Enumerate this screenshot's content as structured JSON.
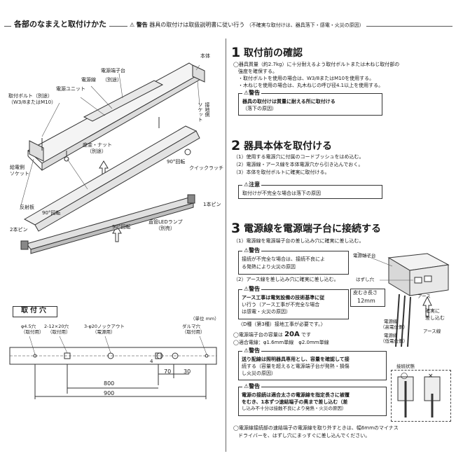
{
  "header": {
    "title": "各部のなまえと取付けかた",
    "warning_label": "警告",
    "warning_text": "器具の取付けは取扱説明書に従い行う",
    "warning_note": "（不確実な取付けは、器具落下・感電・火災の原因）"
  },
  "parts": {
    "body": "本体",
    "terminal": "電源端子台",
    "power_line": "電源線",
    "separate": "（別途）",
    "power_unit": "電源ユニット",
    "bolt": "取付ボルト（別途）",
    "bolt_size": "（W3/8またはM10）",
    "ground_socket": "接地側",
    "ground_socket2": "ソケット",
    "washer": "座金・ナット",
    "washer_sep": "（別途）",
    "supply_socket": "給電側",
    "supply_socket2": "ソケット",
    "rot90a": "90°回転",
    "quick_latch": "クイックラッチ",
    "reflector": "反射板",
    "rot90b": "90°回転",
    "rot90c": "90°回転",
    "led_lamp": "直管LEDランプ",
    "led_lamp_sep": "（別売）",
    "one_pin": "1本ピン",
    "two_pin": "2本ピン"
  },
  "holes": {
    "title": "取付穴",
    "unit": "（単位 mm）",
    "h1": "φ4.5穴",
    "h1b": "（取付用）",
    "h2": "2-12×20穴",
    "h2b": "（取付用）",
    "h3": "3-φ20ノックアウト",
    "h3b": "（電源用）",
    "h4": "ダルマ穴",
    "h4b": "（取付用）",
    "dim800": "800",
    "dim900": "900",
    "dim70": "70",
    "dim30": "30",
    "dim4": "4"
  },
  "step1": {
    "num": "1",
    "title": "取付前の確認",
    "l1": "◯器具質量（約2.7kg）に十分耐えるよう取付ボルトまたは木ねじ取付部の",
    "l2": "　強度を確保する。",
    "l3": "　・取付ボルトを使用の場合は、W3/8またはM10を使用する。",
    "l4": "　・木ねじを使用の場合は、丸木ねじの呼び径4.1以上を使用する。",
    "warn_label": "警告",
    "warn1": "器具の取付けは質量に耐える所に取付ける",
    "warn2": "（落下の原因）"
  },
  "step2": {
    "num": "2",
    "title": "器具本体を取付ける",
    "l1": "（1）使用する電源穴に付属のコードブッシュをはめ込む。",
    "l2": "（2）電源線・アース線を本体電源穴から引き込んでおく。",
    "l3": "（3）本体を取付ボルトに確実に取付ける。",
    "caution_label": "注意",
    "caution1": "取付けが不完全な場合は落下の原因"
  },
  "step3": {
    "num": "3",
    "title": "電源線を電源端子台に接続する",
    "l1": "（1）電源線を電源端子台の差し込み穴に確実に差し込む。",
    "w1_label": "警告",
    "w1a": "接続が不完全な場合は、接続不良によ",
    "w1b": "る発熱により火災の原因",
    "l2": "（2）アース線を差し込み穴に確実に差し込む。",
    "w2_label": "警告",
    "w2a": "アース工事は電気設備の技術基準に従",
    "w2b": "い行う（アース工事が不完全な場合",
    "w2c": "は感電・火災の原因）",
    "d_note": "〈D種（第3種）接地工事が必要です。〉",
    "cap1": "◯電源端子台の容量は",
    "cap_val": "20A",
    "cap2": "です",
    "wire": "◯適合電線：φ1.6mm単線　φ2.0mm単線",
    "w3_label": "警告",
    "w3a": "送り配線は照明器具専用とし、容量を確認して接",
    "w3b": "続する（容量を超えると電源端子台が発熱・損傷",
    "w3c": "し火災の原因）",
    "w4_label": "警告",
    "w4a": "電源の接続は適合太さの電源線を指定長さに被覆",
    "w4b": "をむき、1本ずつ速結端子の奥まで差し込む（差",
    "w4c": "し込み不十分は接触不良により発熱・火災の原因）",
    "foot1": "◯電源線接続部の速結端子の電源線を取り外すときは、幅6mmのマイナス",
    "foot2": "　ドライバーを、はずし穴にまっすぐに差し込んでください。",
    "terminal_label": "電源端子台",
    "remove_hole": "はずし穴",
    "strip": "皮むき長さ",
    "strip_len": "12mm",
    "earth": "アース",
    "insert1": "確実に",
    "insert2": "差し込む",
    "pl1": "電源線",
    "pl1b": "（高電位側）",
    "pl2": "電源線",
    "pl2b": "（低電位側）",
    "earth_line": "アース線",
    "conn_state": "接続状態",
    "mark_ok": "◯",
    "mark_ng": "×"
  },
  "colors": {
    "line": "#333333",
    "lamp": "#cfcfcf",
    "fill_dark": "#4a4a4a"
  }
}
